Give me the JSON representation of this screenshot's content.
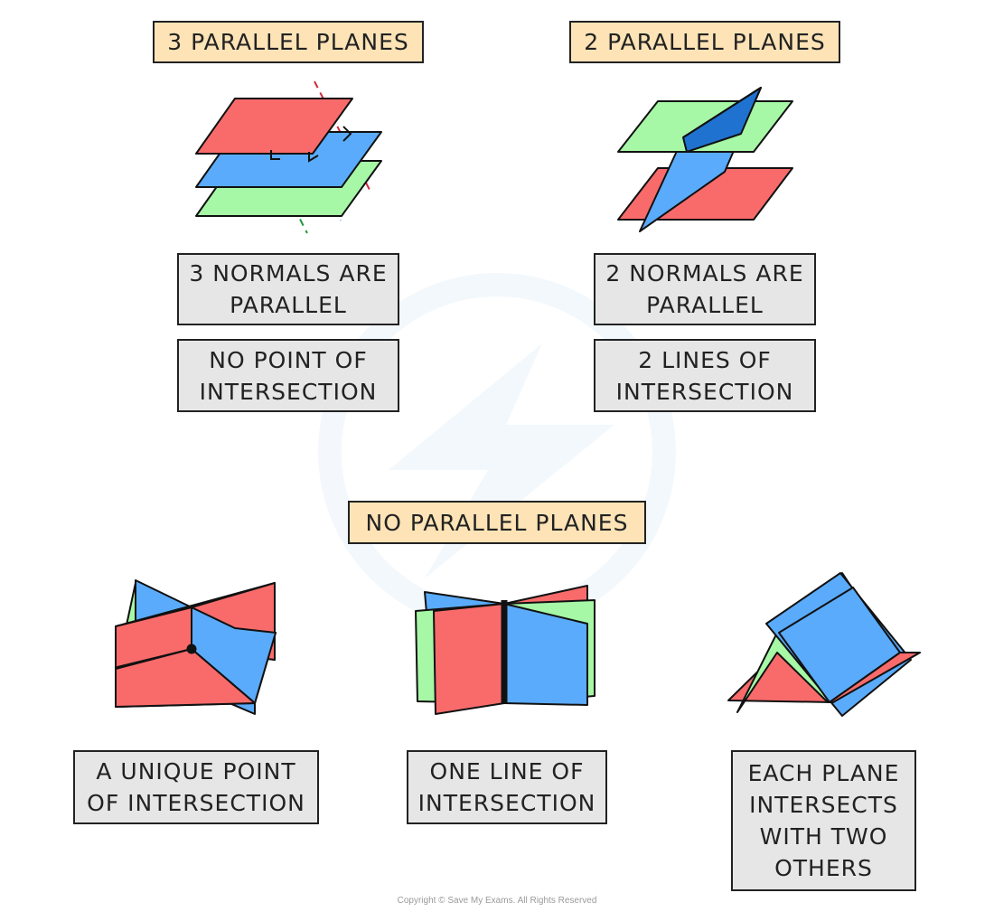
{
  "colors": {
    "red": "#f96b6b",
    "blue": "#5aabfb",
    "green": "#a6f7a6",
    "dark_blue": "#1f72d0",
    "title_bg": "#fde3b6",
    "info_bg": "#e6e6e6"
  },
  "sections": {
    "three_parallel": {
      "title": "3 PARALLEL PLANES",
      "normals": "3 NORMALS ARE\nPARALLEL",
      "intersection": "NO POINT OF\nINTERSECTION"
    },
    "two_parallel": {
      "title": "2 PARALLEL PLANES",
      "normals": "2 NORMALS ARE\nPARALLEL",
      "intersection": "2 LINES OF\nINTERSECTION"
    },
    "no_parallel": {
      "title": "NO PARALLEL PLANES",
      "cases": [
        {
          "label": "A UNIQUE POINT\nOF INTERSECTION"
        },
        {
          "label": "ONE LINE OF\nINTERSECTION"
        },
        {
          "label": "EACH PLANE\nINTERSECTS\nWITH TWO\nOTHERS"
        }
      ]
    }
  },
  "copyright": "Copyright © Save My Exams. All Rights Reserved"
}
